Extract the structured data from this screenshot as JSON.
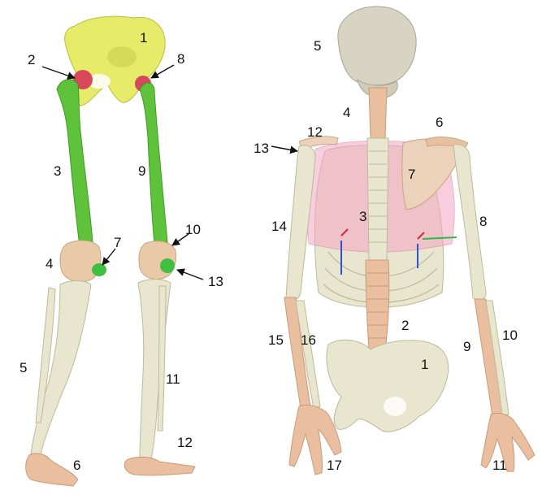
{
  "colors": {
    "pelvis": "#e6ec6a",
    "hip_joint": "#d9475a",
    "femur": "#5ec23a",
    "patella": "#e9c9a6",
    "marker": "#3fbf3f",
    "bone": "#e9e6cf",
    "bone_shadow": "#bdb99a",
    "spine": "#eabf9f",
    "skull": "#d7d4c4",
    "ribcage_tint": "#f3a6c4",
    "forearm": "#eebd9d",
    "arrow": "#111111",
    "vector_blue": "#2c52d6",
    "vector_green": "#2fb84a",
    "vector_red": "#d7263d"
  },
  "left_figure": {
    "labels": [
      "1",
      "2",
      "3",
      "4",
      "5",
      "6",
      "7",
      "8",
      "9",
      "10",
      "11",
      "12",
      "13"
    ]
  },
  "right_figure": {
    "labels": [
      "1",
      "2",
      "3",
      "4",
      "5",
      "6",
      "7",
      "8",
      "9",
      "10",
      "11",
      "12",
      "13",
      "14",
      "15",
      "16",
      "17"
    ]
  }
}
